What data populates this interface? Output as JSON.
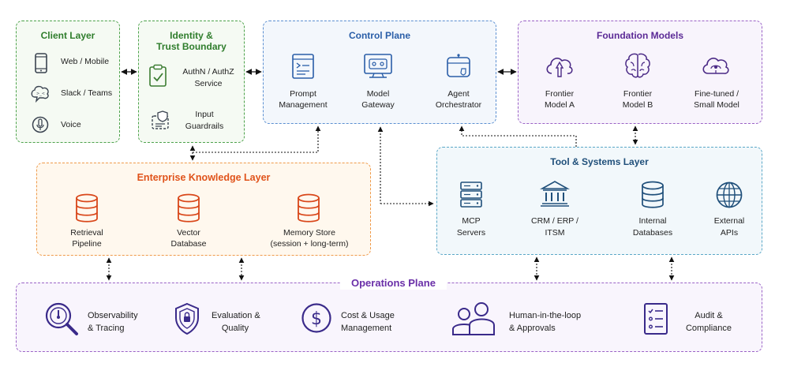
{
  "client_layer": {
    "title": "Client Layer",
    "items": [
      "Web / Mobile",
      "Slack / Teams",
      "Voice"
    ]
  },
  "identity": {
    "title_line1": "Identity &",
    "title_line2": "Trust Boundary",
    "items": [
      {
        "line1": "AuthN / AuthZ",
        "line2": "Service"
      },
      {
        "line1": "Input",
        "line2": "Guardrails"
      }
    ]
  },
  "control_plane": {
    "title": "Control Plane",
    "items": [
      {
        "line1": "Prompt",
        "line2": "Management"
      },
      {
        "line1": "Model",
        "line2": "Gateway"
      },
      {
        "line1": "Agent",
        "line2": "Orchestrator"
      }
    ]
  },
  "foundation_models": {
    "title": "Foundation Models",
    "items": [
      {
        "line1": "Frontier",
        "line2": "Model A"
      },
      {
        "line1": "Frontier",
        "line2": "Model B"
      },
      {
        "line1": "Fine-tuned /",
        "line2": "Small Model"
      }
    ]
  },
  "knowledge_layer": {
    "title": "Enterprise Knowledge Layer",
    "items": [
      {
        "line1": "Retrieval",
        "line2": "Pipeline"
      },
      {
        "line1": "Vector",
        "line2": "Database"
      },
      {
        "line1": "Memory Store",
        "line2": "(session + long-term)"
      }
    ]
  },
  "tools_layer": {
    "title": "Tool & Systems Layer",
    "items": [
      {
        "line1": "MCP",
        "line2": "Servers",
        "line3": ""
      },
      {
        "line1": "CRM / ERP /",
        "line2": "ITSM",
        "line3": ""
      },
      {
        "line1": "Internal",
        "line2": "Databases",
        "line3": ""
      },
      {
        "line1": "External",
        "line2": "APIs",
        "line3": ""
      }
    ]
  },
  "operations_plane": {
    "title": "Operations Plane",
    "items": [
      {
        "line1": "Observability",
        "line2": "& Tracing"
      },
      {
        "line1": "Evaluation &",
        "line2": "Quality"
      },
      {
        "line1": "Cost & Usage",
        "line2": "Management"
      },
      {
        "line1": "Human-in-the-loop",
        "line2": "& Approvals"
      },
      {
        "line1": "Audit &",
        "line2": "Compliance"
      }
    ]
  },
  "colors": {
    "green": "#4ca24a",
    "blue": "#5b8fd1",
    "purple": "#9a62c6",
    "orange": "#ef9a4a",
    "teal": "#5aa7c7",
    "icon_dark": "#3a4350"
  },
  "icons": {
    "client": [
      "smartphone-icon",
      "chat-bubble-icon",
      "voice-icon"
    ],
    "identity": [
      "clipboard-check-icon",
      "input-guard-icon"
    ],
    "control": [
      "prompt-doc-icon",
      "gateway-monitor-icon",
      "orchestrator-icon"
    ],
    "foundation": [
      "cloud-rocket-icon",
      "brain-icon",
      "cloud-chip-icon"
    ],
    "knowledge": [
      "database-icon",
      "database-icon",
      "database-icon"
    ],
    "tools": [
      "server-icon",
      "bank-icon",
      "database-icon",
      "globe-icon"
    ],
    "operations": [
      "magnifier-icon",
      "shield-icon",
      "dollar-icon",
      "people-icon",
      "checklist-icon"
    ]
  }
}
